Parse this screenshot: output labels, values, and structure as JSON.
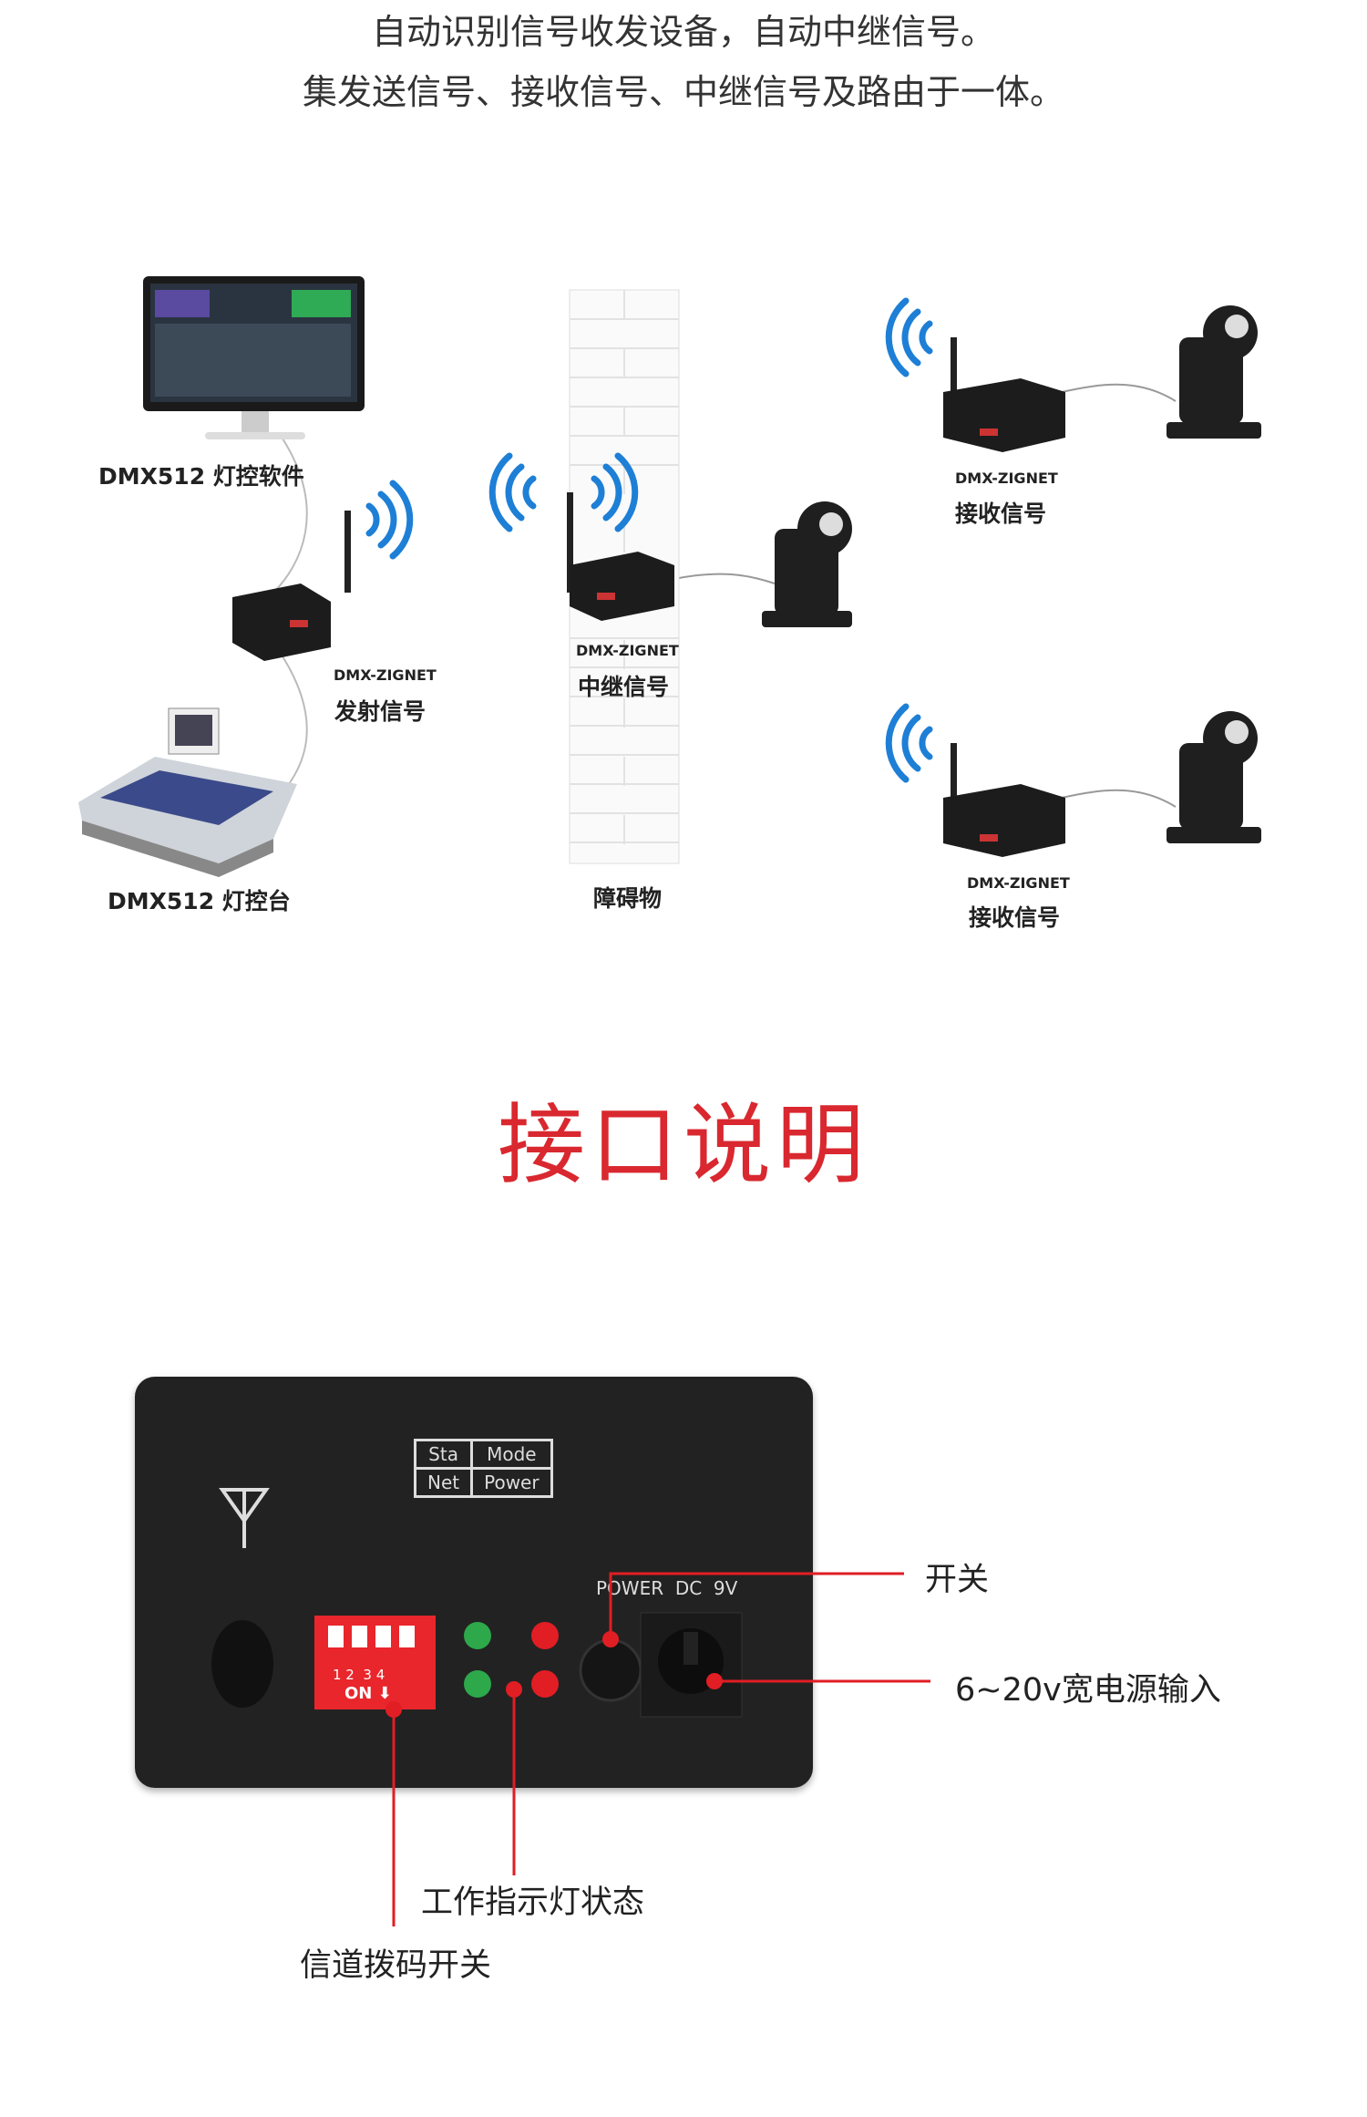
{
  "intro": {
    "line1": "自动识别信号收发设备，自动中继信号。",
    "line2": "集发送信号、接收信号、中继信号及路由于一体。"
  },
  "diagram": {
    "software_label": "DMX512 灯控软件",
    "console_label": "DMX512 灯控台",
    "obstacle_label": "障碍物",
    "transmitter": {
      "model": "DMX-ZIGNET",
      "role": "发射信号"
    },
    "repeater": {
      "model": "DMX-ZIGNET",
      "role": "中继信号"
    },
    "receiver1": {
      "model": "DMX-ZIGNET",
      "role": "接收信号"
    },
    "receiver2": {
      "model": "DMX-ZIGNET",
      "role": "接收信号"
    }
  },
  "section_title": "接口说明",
  "panel": {
    "table": [
      "Sta",
      "Mode",
      "Net",
      "Power"
    ],
    "power_text": "POWER  DC  9V",
    "dip_numbers": "1 2  3 4",
    "dip_on": "ON ⬇"
  },
  "callouts": {
    "switch": "开关",
    "power_input": "6~20v宽电源输入",
    "status_led": "工作指示灯状态",
    "dip_switch": "信道拨码开关"
  },
  "colors": {
    "accent": "#d9282f",
    "wifi": "#1e7fd6",
    "panel": "#222222"
  }
}
